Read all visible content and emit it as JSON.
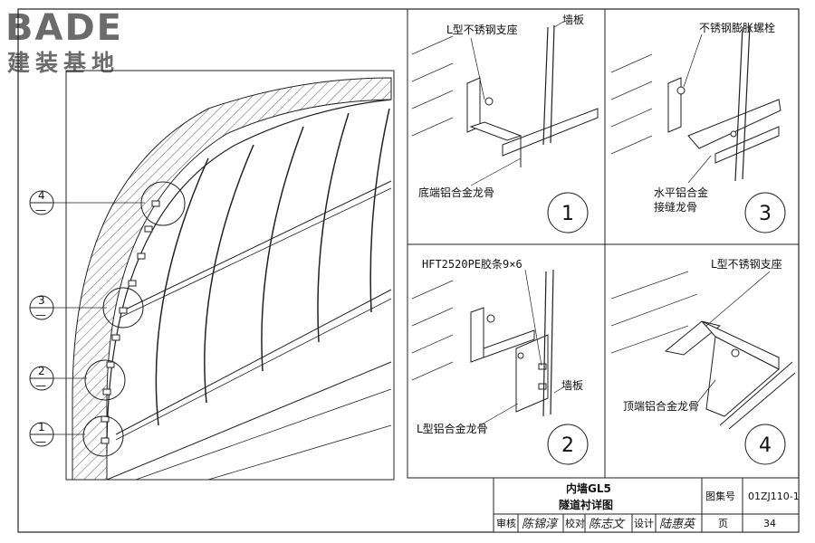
{
  "logo": {
    "brand": "BADE",
    "subtitle": "建装基地"
  },
  "callouts": {
    "c4": {
      "num": "4",
      "dash": "—"
    },
    "c3": {
      "num": "3",
      "dash": "—"
    },
    "c2": {
      "num": "2",
      "dash": "—"
    },
    "c1": {
      "num": "1",
      "dash": "—"
    }
  },
  "details": {
    "d1": {
      "num": "1",
      "support_label": "L型不锈钢支座",
      "panel_label": "墙板",
      "keel_label": "底端铝合金龙骨"
    },
    "d3": {
      "num": "3",
      "bolt_label": "不锈钢膨胀螺栓",
      "joint_line1": "水平铝合金",
      "joint_line2": "接缝龙骨"
    },
    "d2": {
      "num": "2",
      "strip_label": "HFT2520PE胶条9×6",
      "panel_label": "墙板",
      "keel_label": "L型铝合金龙骨"
    },
    "d4": {
      "num": "4",
      "support_label": "L型不锈钢支座",
      "keel_label": "顶端铝合金龙骨"
    }
  },
  "title_block": {
    "title_line1": "内墙GL5",
    "title_line2": "隧道衬详图",
    "atlas_label": "图集号",
    "atlas_value": "01ZJ110-1",
    "review_label": "审核",
    "check_label": "校对",
    "design_label": "设计",
    "page_label": "页",
    "page_value": "34",
    "review_sig": "陈锦淳",
    "check_sig": "陈志文",
    "design_sig": "陆惠英"
  }
}
